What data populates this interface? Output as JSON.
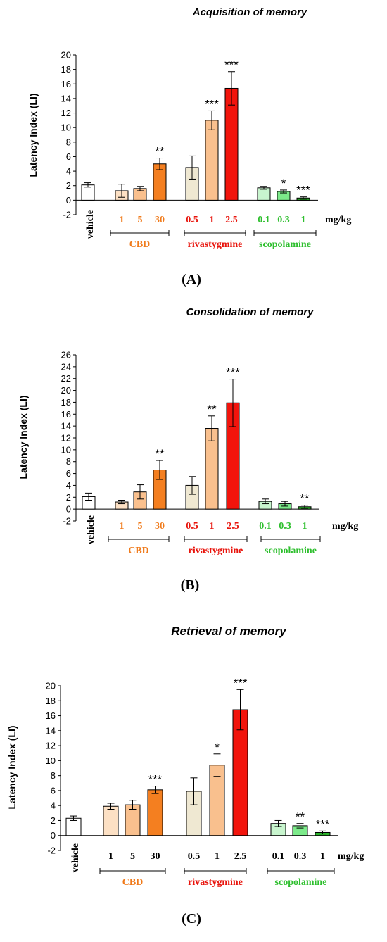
{
  "colors": {
    "cbd_text": "#F07A1A",
    "riva_text": "#E8140C",
    "scop_text": "#2EBF2E",
    "bars": [
      "#FFFFFF",
      "#FCE0C4",
      "#F9C08E",
      "#F47F20",
      "#EFE8D2",
      "#F9C08E",
      "#F2140C",
      "#C8F5CE",
      "#7CEA8A",
      "#2AB52A"
    ]
  },
  "labels": {
    "vehicle": "vehicle",
    "unit": "mg/kg",
    "groups": [
      "CBD",
      "rivastygmine",
      "scopolamine"
    ]
  },
  "chart_data": [
    {
      "type": "bar",
      "panel": "(A)",
      "title": "Acquisition of memory",
      "ylabel": "Latency Index (LI)",
      "ylim": [
        -2,
        20
      ],
      "ystep": 2,
      "categories": [
        "vehicle",
        "1",
        "5",
        "30",
        "0.5",
        "1",
        "2.5",
        "0.1",
        "0.3",
        "1"
      ],
      "values": [
        2.1,
        1.3,
        1.6,
        5.0,
        4.5,
        11.0,
        15.4,
        1.7,
        1.2,
        0.3
      ],
      "errors": [
        0.3,
        0.9,
        0.3,
        0.8,
        1.6,
        1.3,
        2.3,
        0.2,
        0.2,
        0.15
      ],
      "significance": [
        "",
        "",
        "",
        "**",
        "",
        "***",
        "***",
        "",
        "*",
        "***"
      ],
      "dose_colored": true
    },
    {
      "type": "bar",
      "panel": "(B)",
      "title": "Consolidation of memory",
      "ylabel": "Latency Index (LI)",
      "ylim": [
        -2,
        26
      ],
      "ystep": 2,
      "categories": [
        "vehicle",
        "1",
        "5",
        "30",
        "0.5",
        "1",
        "2.5",
        "0.1",
        "0.3",
        "1"
      ],
      "values": [
        2.1,
        1.2,
        2.9,
        6.6,
        4.0,
        13.6,
        17.9,
        1.3,
        0.9,
        0.4
      ],
      "errors": [
        0.6,
        0.3,
        1.2,
        1.6,
        1.5,
        2.1,
        4.0,
        0.4,
        0.4,
        0.25
      ],
      "significance": [
        "",
        "",
        "",
        "**",
        "",
        "**",
        "***",
        "",
        "",
        "**"
      ],
      "dose_colored": true
    },
    {
      "type": "bar",
      "panel": "(C)",
      "title": "Retrieval of memory",
      "ylabel": "Latency Index (LI)",
      "ylim": [
        -2,
        20
      ],
      "ystep": 2,
      "categories": [
        "vehicle",
        "1",
        "5",
        "30",
        "0.5",
        "1",
        "2.5",
        "0.1",
        "0.3",
        "1"
      ],
      "values": [
        2.3,
        3.9,
        4.1,
        6.1,
        5.9,
        9.4,
        16.8,
        1.6,
        1.3,
        0.4
      ],
      "errors": [
        0.3,
        0.4,
        0.6,
        0.5,
        1.8,
        1.5,
        2.7,
        0.4,
        0.3,
        0.2
      ],
      "significance": [
        "",
        "",
        "",
        "***",
        "",
        "*",
        "***",
        "",
        "**",
        "***"
      ],
      "dose_colored": false
    }
  ]
}
